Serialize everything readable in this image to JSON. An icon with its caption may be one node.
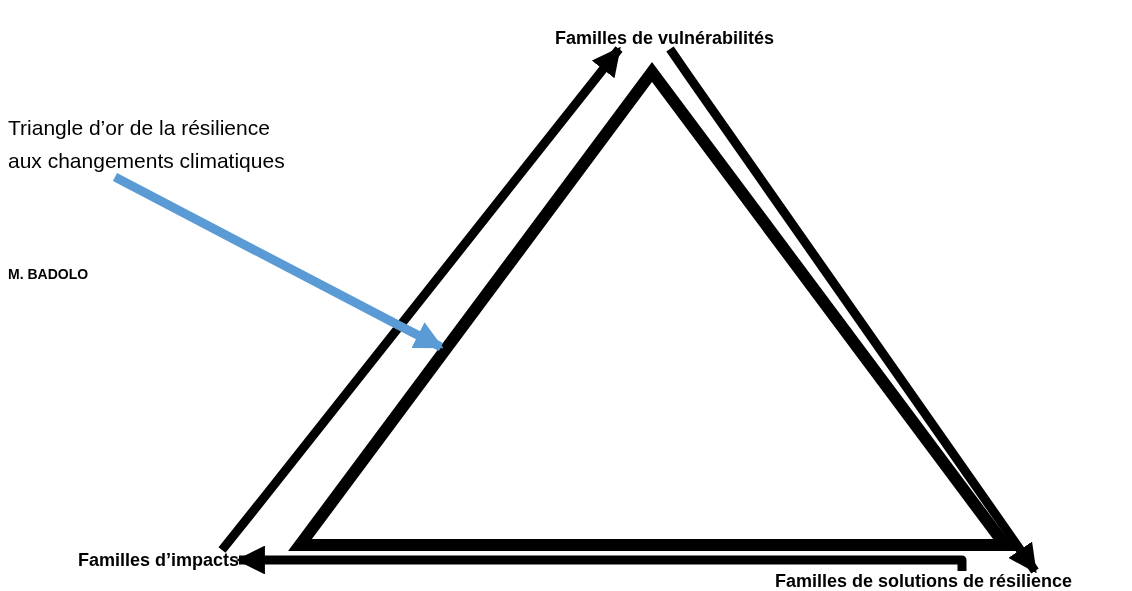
{
  "diagram": {
    "nodes": [
      {
        "text": [
          "Familles de vulnérabilités"
        ]
      },
      {
        "text": [
          "Familles de solutions de résilience"
        ]
      },
      {
        "text": [
          "Familles d’impacts"
        ]
      },
      {
        "text": [
          "Triangle d’or de la résilience aux changements climatiques"
        ]
      },
      {
        "text": [],
        "shape": "triangle"
      }
    ],
    "edges": [
      {
        "from": 2,
        "to": 0,
        "arrow": "to"
      },
      {
        "from": 0,
        "to": 1,
        "arrow": "to"
      },
      {
        "from": 1,
        "to": 2,
        "arrow": "to"
      },
      {
        "from": 3,
        "to": 4,
        "arrow": "to",
        "color": "#5b9bd5"
      }
    ],
    "labels": [
      "M. BADOLO"
    ]
  }
}
